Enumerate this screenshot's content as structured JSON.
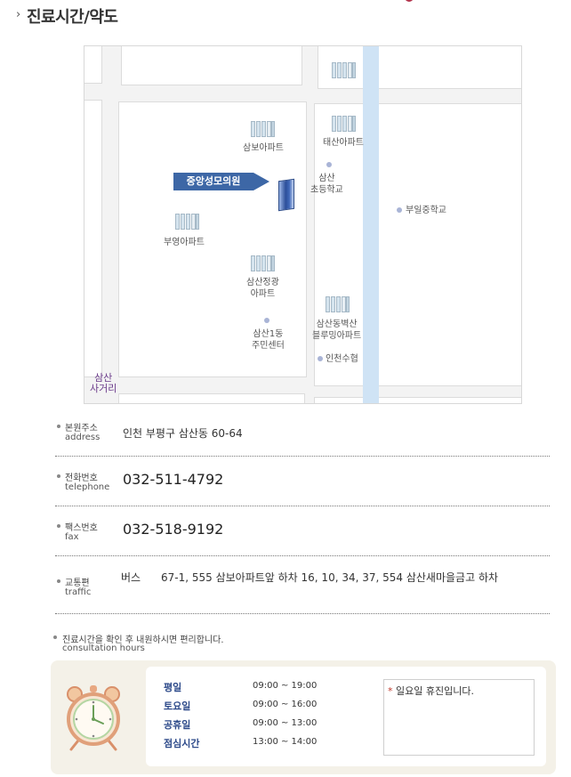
{
  "header": {
    "chevron": "›",
    "title": "진료시간/약도"
  },
  "map": {
    "clinic_label": "중앙성모의원",
    "landmarks": [
      {
        "id": "sambo",
        "label": "삼보아파트"
      },
      {
        "id": "taesan",
        "label": "태산아파트"
      },
      {
        "id": "samsan_school",
        "label": "삼산\n초등학교"
      },
      {
        "id": "buil_middle",
        "label": "부일중학교"
      },
      {
        "id": "buyoung",
        "label": "부영아파트"
      },
      {
        "id": "samsan_jeonggwang",
        "label": "삼산정광\n아파트"
      },
      {
        "id": "samsan_dongbyeoksan",
        "label": "삼산동벽산\n블루밍아파트"
      },
      {
        "id": "samsan1dong",
        "label": "삼산1동\n주민센터"
      },
      {
        "id": "incheon_suhyup",
        "label": "인천수협"
      },
      {
        "id": "samsan_intersection",
        "label": "삼산\n사거리"
      }
    ]
  },
  "info": {
    "address": {
      "kor": "본원주소",
      "eng": "address",
      "value": "인천 부평구 삼산동  60-64"
    },
    "telephone": {
      "kor": "전화번호",
      "eng": "telephone",
      "value": "032-511-4792"
    },
    "fax": {
      "kor": "팩스번호",
      "eng": "fax",
      "value": "032-518-9192"
    },
    "traffic": {
      "kor": "교통편",
      "eng": "traffic",
      "mode": "버스",
      "value": "67-1, 555 삼보아파트앞 하차 16, 10, 34, 37, 554 삼산새마을금고 하차"
    }
  },
  "hours": {
    "notice_kor": "진료시간을 확인 후 내원하시면 편리합니다.",
    "notice_eng": "consultation hours",
    "rows": [
      {
        "label": "평일",
        "time": "09:00 ~ 19:00"
      },
      {
        "label": "토요일",
        "time": "09:00 ~ 16:00"
      },
      {
        "label": "공휴일",
        "time": "09:00 ~ 13:00"
      },
      {
        "label": "점심시간",
        "time": "13:00 ~ 14:00"
      }
    ],
    "note_star": "*",
    "note": "일요일 휴진입니다.",
    "icon": "alarm-clock-icon"
  },
  "colors": {
    "accent_blue": "#3d67a6",
    "river": "#cfe3f5",
    "label_blue": "#2d4a8a",
    "hours_bg": "#f4f1e8"
  }
}
